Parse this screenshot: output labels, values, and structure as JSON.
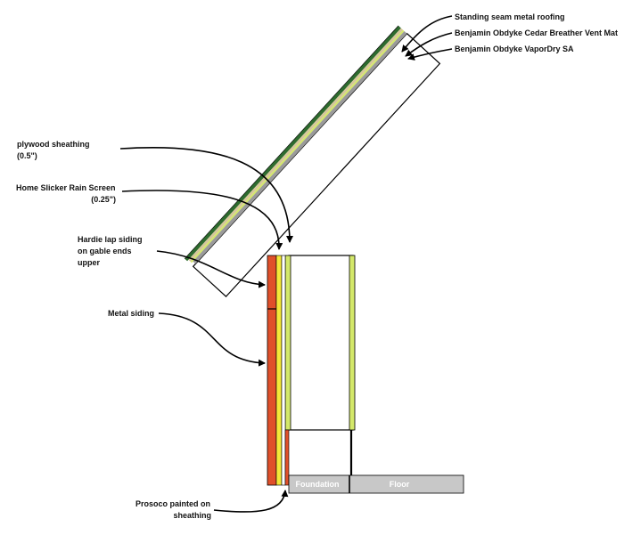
{
  "labels": {
    "standing_seam": "Standing seam metal roofing",
    "cedar_breather": "Benjamin Obdyke Cedar Breather Vent Mat",
    "vapordry": "Benjamin Obdyke VaporDry SA",
    "plywood_line1": "plywood sheathing",
    "plywood_line2": "(0.5\")",
    "slicker_line1": "Home Slicker Rain Screen",
    "slicker_line2": "(0.25\")",
    "hardie_line1": "Hardie lap siding",
    "hardie_line2": "on gable ends",
    "hardie_line3": "upper",
    "metal_siding": "Metal siding",
    "prosoco_line1": "Prosoco painted on",
    "prosoco_line2": "sheathing",
    "foundation": "Foundation",
    "floor": "Floor"
  },
  "colors": {
    "metal_siding": "#e0502a",
    "yellow_layer": "#f5e83a",
    "light_green": "#d4e86a",
    "roof_green": "#2e6b2e",
    "roof_tan": "#d6c79a",
    "slab": "#c8c8c8"
  }
}
